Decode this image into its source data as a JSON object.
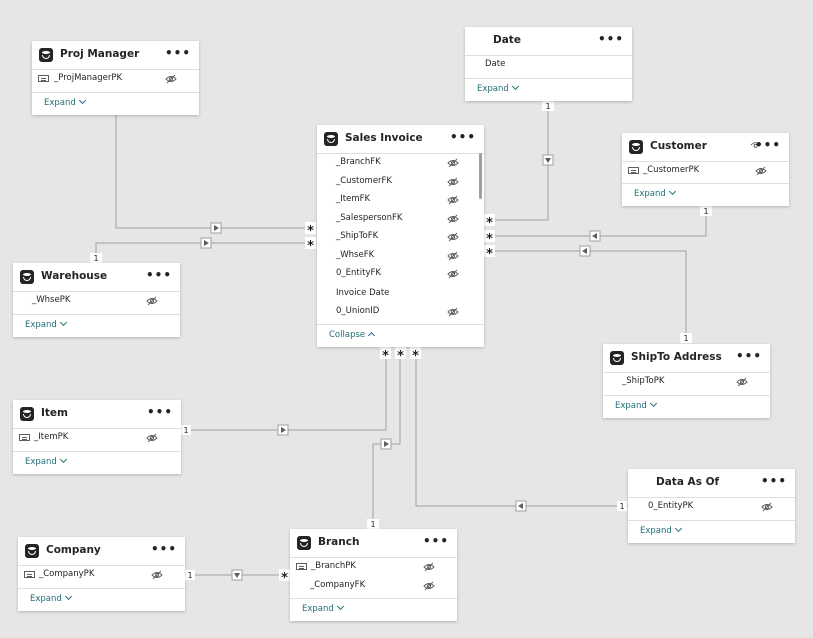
{
  "tables": {
    "proj_manager": {
      "title": "Proj Manager",
      "fields": [
        "_ProjManagerPK"
      ],
      "footer": "Expand"
    },
    "date": {
      "title": "Date",
      "fields": [
        "Date"
      ],
      "footer": "Expand"
    },
    "sales_invoice": {
      "title": "Sales Invoice",
      "fields": [
        "_BranchFK",
        "_CustomerFK",
        "_ItemFK",
        "_SalespersonFK",
        "_ShipToFK",
        "_WhseFK",
        "0_EntityFK",
        "Invoice Date",
        "0_UnionID"
      ],
      "footer": "Collapse"
    },
    "customer": {
      "title": "Customer",
      "fields": [
        "_CustomerPK"
      ],
      "footer": "Expand"
    },
    "warehouse": {
      "title": "Warehouse",
      "fields": [
        "_WhsePK"
      ],
      "footer": "Expand"
    },
    "shipto_address": {
      "title": "ShipTo Address",
      "fields": [
        "_ShipToPK"
      ],
      "footer": "Expand"
    },
    "item": {
      "title": "Item",
      "fields": [
        "_ItemPK"
      ],
      "footer": "Expand"
    },
    "data_as_of": {
      "title": "Data As Of",
      "fields": [
        "0_EntityPK"
      ],
      "footer": "Expand"
    },
    "company": {
      "title": "Company",
      "fields": [
        "_CompanyPK"
      ],
      "footer": "Expand"
    },
    "branch": {
      "title": "Branch",
      "fields": [
        "_BranchPK",
        "_CompanyFK"
      ],
      "footer": "Expand"
    }
  },
  "more_label": "•••",
  "cardinality": {
    "one": "1",
    "many": "*"
  },
  "colors": {
    "canvas": "#e6e6e6",
    "line": "#8a8886",
    "link": "#1f6f7a",
    "text": "#252423"
  }
}
